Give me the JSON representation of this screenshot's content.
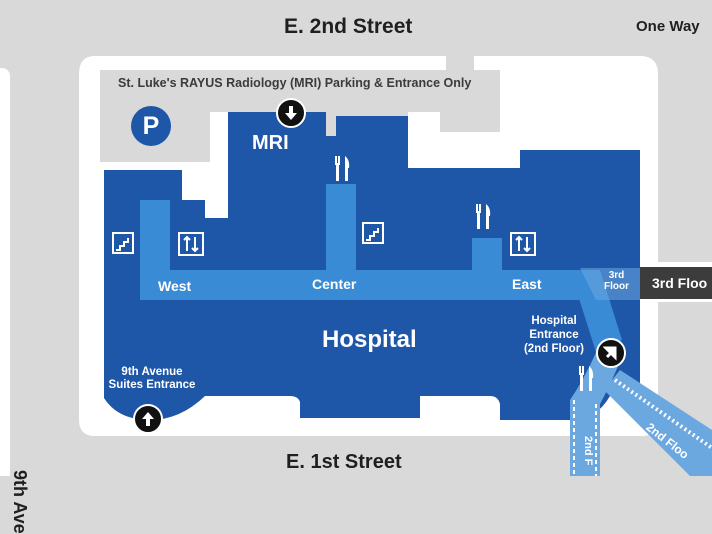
{
  "streets": {
    "north": "E. 2nd Street",
    "south": "E. 1st Street",
    "west": "9th Ave",
    "one_way": "One Way"
  },
  "parking": {
    "label": "St. Luke's RAYUS Radiology (MRI) Parking & Entrance Only",
    "icon_letter": "P"
  },
  "buildings": {
    "mri": "MRI",
    "hospital": "Hospital"
  },
  "corridor": {
    "west": "West",
    "center": "Center",
    "east": "East"
  },
  "third_floor": {
    "marker_line1": "3rd",
    "marker_line2": "Floor",
    "skywalk_label": "3rd Floo"
  },
  "entrances": {
    "hospital_line1": "Hospital",
    "hospital_line2": "Entrance",
    "hospital_line3": "(2nd Floor)",
    "ninth_line1": "9th Avenue",
    "ninth_line2": "Suites Entrance"
  },
  "second_floor": {
    "skywalk_bottom": "2nd F",
    "skywalk_diagonal": "2nd Floo"
  },
  "colors": {
    "building_dark": "#1f57a8",
    "corridor_light": "#3a8bd6",
    "corridor_pale": "#6ba8e0",
    "site": "#ffffff",
    "parking_lot": "#d9d9d9",
    "ground": "#d9d9d9"
  },
  "icons": [
    "parking-icon",
    "stairs-icon",
    "elevator-icon",
    "restaurant-icon",
    "entrance-arrow-icon"
  ]
}
